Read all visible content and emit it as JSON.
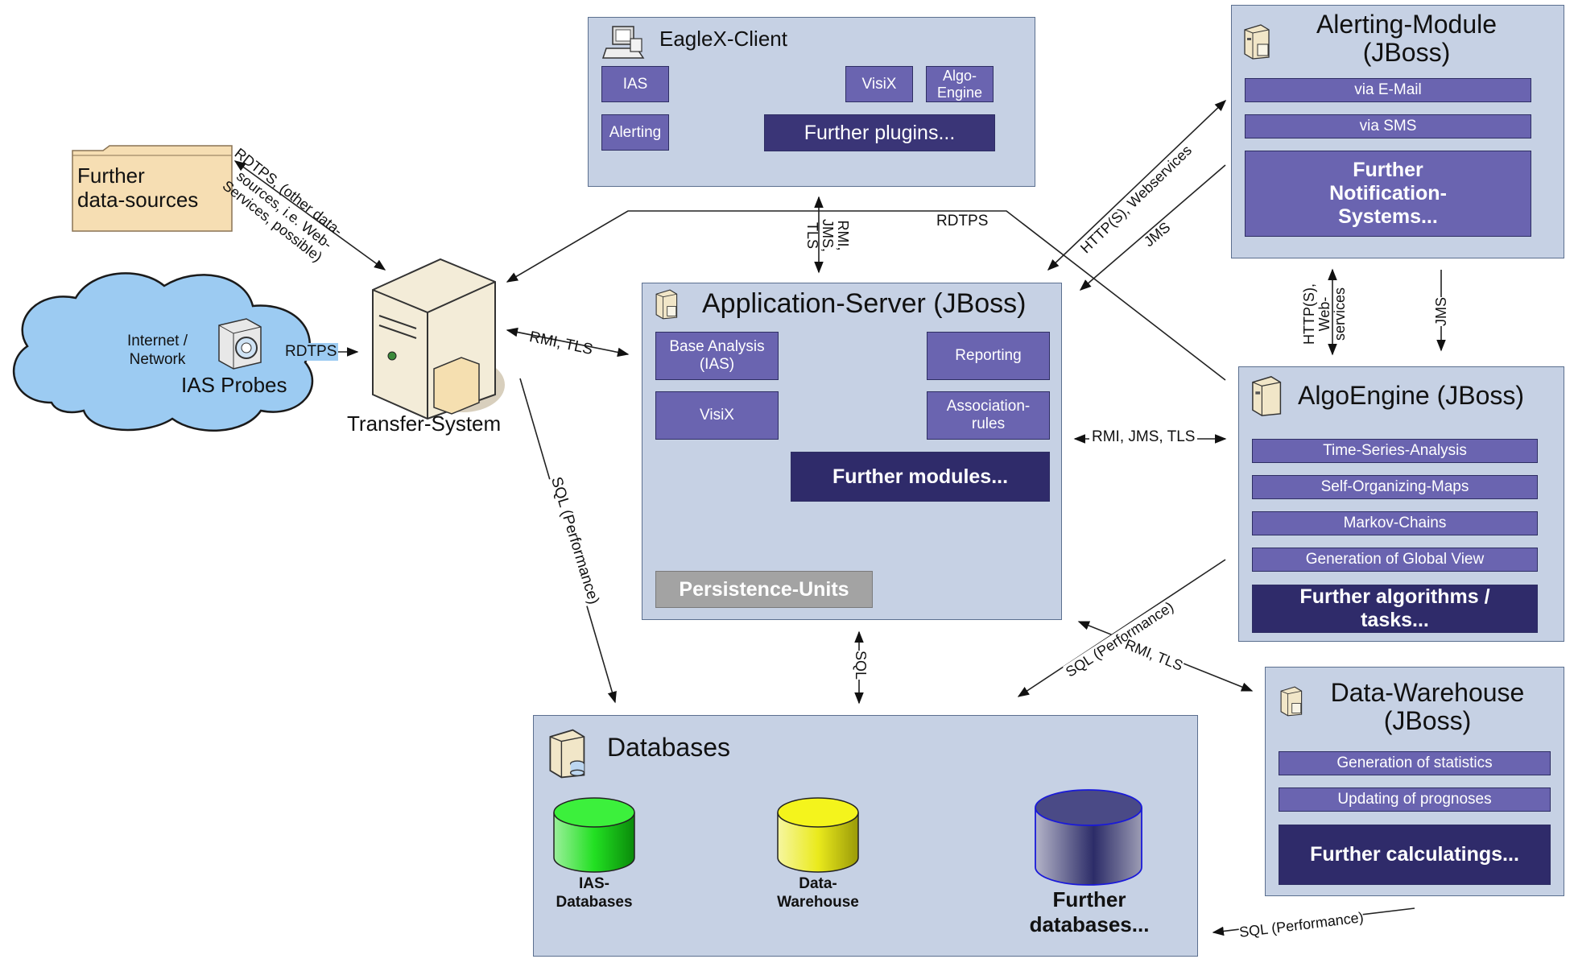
{
  "eaglex_client": {
    "title": "EagleX-Client",
    "modules": {
      "ias": "IAS",
      "visix": "VisiX",
      "algo_engine": "Algo-\nEngine",
      "alerting": "Alerting",
      "further": "Further plugins..."
    }
  },
  "alerting_module": {
    "title": "Alerting-Module\n(JBoss)",
    "modules": {
      "email": "via E-Mail",
      "sms": "via SMS",
      "further": "Further\nNotification-\nSystems..."
    }
  },
  "further_sources": {
    "label": "Further\ndata-sources"
  },
  "cloud": {
    "network": "Internet /\nNetwork",
    "probes": "IAS Probes"
  },
  "transfer_system": {
    "label": "Transfer-System"
  },
  "app_server": {
    "title": "Application-Server (JBoss)",
    "modules": {
      "base_analysis": "Base Analysis\n(IAS)",
      "reporting": "Reporting",
      "visix": "VisiX",
      "association": "Association-\nrules",
      "further": "Further modules...",
      "persistence": "Persistence-Units"
    }
  },
  "algo_engine": {
    "title": "AlgoEngine (JBoss)",
    "modules": {
      "tsa": "Time-Series-Analysis",
      "som": "Self-Organizing-Maps",
      "markov": "Markov-Chains",
      "global_view": "Generation of Global View",
      "further": "Further algorithms /\ntasks..."
    }
  },
  "data_warehouse": {
    "title": "Data-Warehouse\n(JBoss)",
    "modules": {
      "stats": "Generation of statistics",
      "prognoses": "Updating of prognoses",
      "further": "Further calculatings..."
    }
  },
  "databases": {
    "title": "Databases",
    "items": {
      "ias": "IAS-\nDatabases",
      "dw": "Data-\nWarehouse",
      "further": "Further\ndatabases..."
    },
    "colors": {
      "ias": "#33e333",
      "dw": "#e8e81a",
      "further": "#3c3c78"
    }
  },
  "edge_labels": {
    "rdtps_sources": "RDTPS, (other data-\nsources, i.e. Web-\nServices, possible)",
    "rdtps_probes": "RDTPS",
    "rdtps_top": "RDTPS",
    "rmi_jms_tls_client": "RMI,\nJMS,\nTLS",
    "http_webservices": "HTTP(S), Webservices",
    "jms_alert": "JMS",
    "rmi_tls_transfer": "RMI, TLS",
    "http_webservices_vertical": "HTTP(S),\nWeb-\nservices",
    "jms_vertical": "JMS",
    "rmi_jms_tls_algo": "RMI, JMS, TLS",
    "sql_performance_left": "SQL (Performance)",
    "sql_performance_algo": "SQL (Performance)",
    "rmi_tls_dw": "RMI, TLS",
    "sql_app": "SQL",
    "sql_performance_bottom": "SQL (Performance)"
  }
}
